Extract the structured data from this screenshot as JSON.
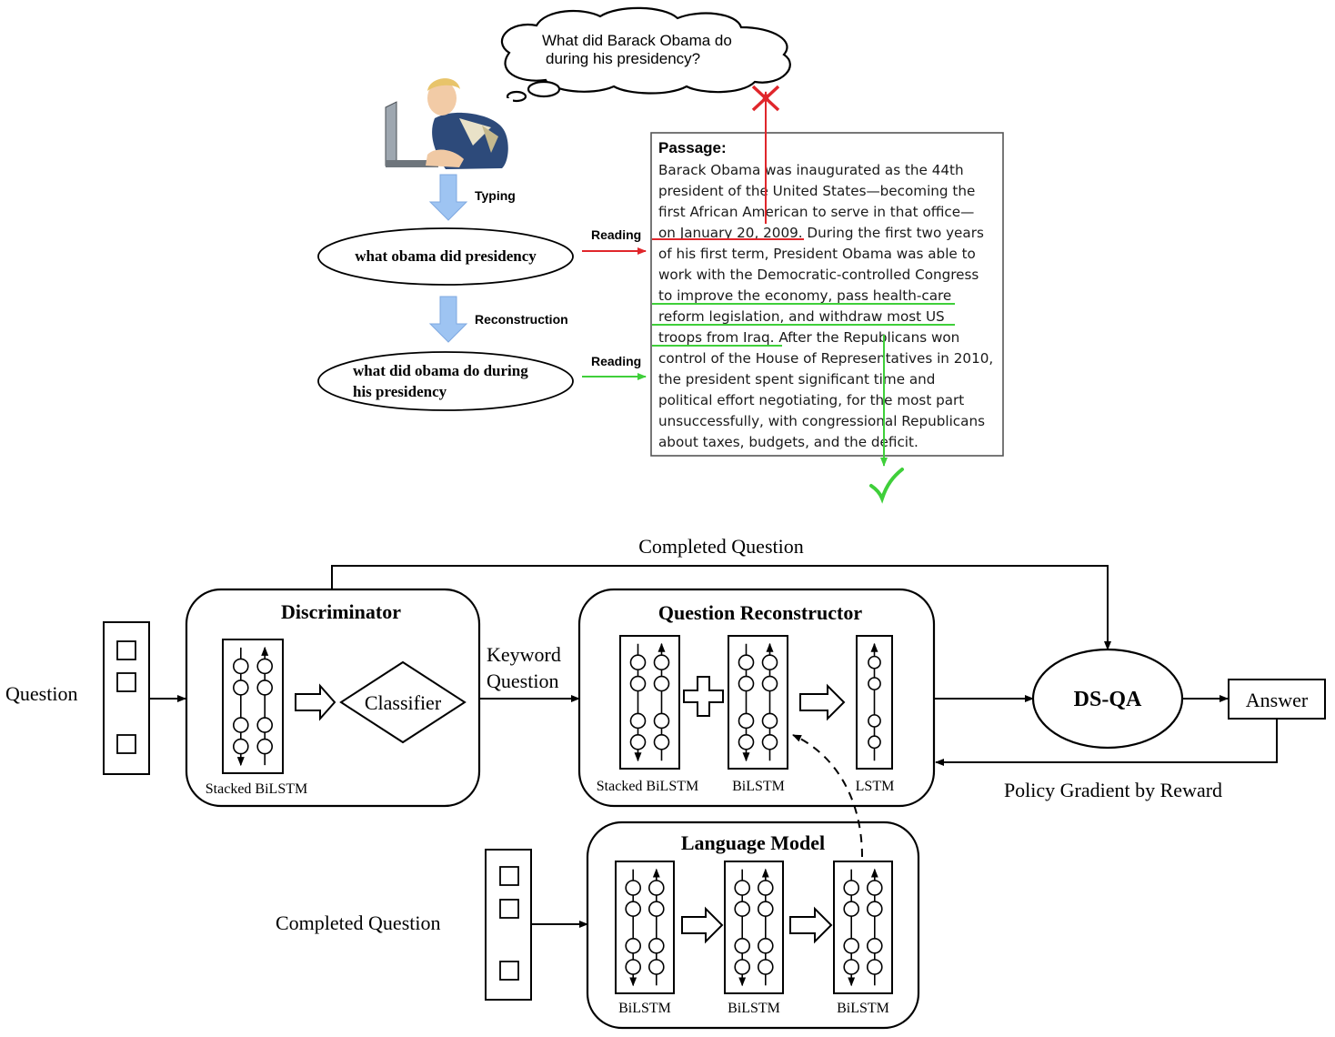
{
  "top": {
    "thought": [
      "What did Barack Obama do",
      "during his presidency?"
    ],
    "typing_label": "Typing",
    "reconstruction_label": "Reconstruction",
    "reading_label": "Reading",
    "keyword_query": "what obama did presidency",
    "reconstructed_query": [
      "what did obama do during",
      "his presidency"
    ],
    "passage_title": "Passage:",
    "passage_lines": [
      "Barack Obama was inaugurated as the 44th",
      "president of the United States—becoming the",
      "first African American to serve in that office—",
      "on January 20, 2009. During the first two years",
      "of his first term, President Obama was able to",
      "work with the Democratic-controlled Congress",
      "to improve the economy, pass health-care",
      "reform legislation, and withdraw most US",
      "troops from Iraq. After the Republicans won",
      "control of the House of Representatives in 2010,",
      "the president spent significant time and",
      "political effort negotiating, for the most part",
      "unsuccessfully, with congressional Republicans",
      "about taxes, budgets, and the deficit."
    ],
    "colors": {
      "wrong": "#e0262b",
      "right": "#3fcf3a",
      "arrow_fill": "#9ec4f2"
    }
  },
  "bottom": {
    "completed_question_top": "Completed Question",
    "question_label": "Question",
    "discriminator_title": "Discriminator",
    "classifier_label": "Classifier",
    "stacked_bilstm_label": "Stacked BiLSTM",
    "keyword_question": [
      "Keyword",
      "Question"
    ],
    "reconstructor_title": "Question Reconstructor",
    "bilstm_label": "BiLSTM",
    "lstm_label": "LSTM",
    "dsqa_label": "DS-QA",
    "answer_label": "Answer",
    "policy_label": "Policy Gradient by Reward",
    "language_model_title": "Language Model",
    "completed_question_left": "Completed Question"
  }
}
